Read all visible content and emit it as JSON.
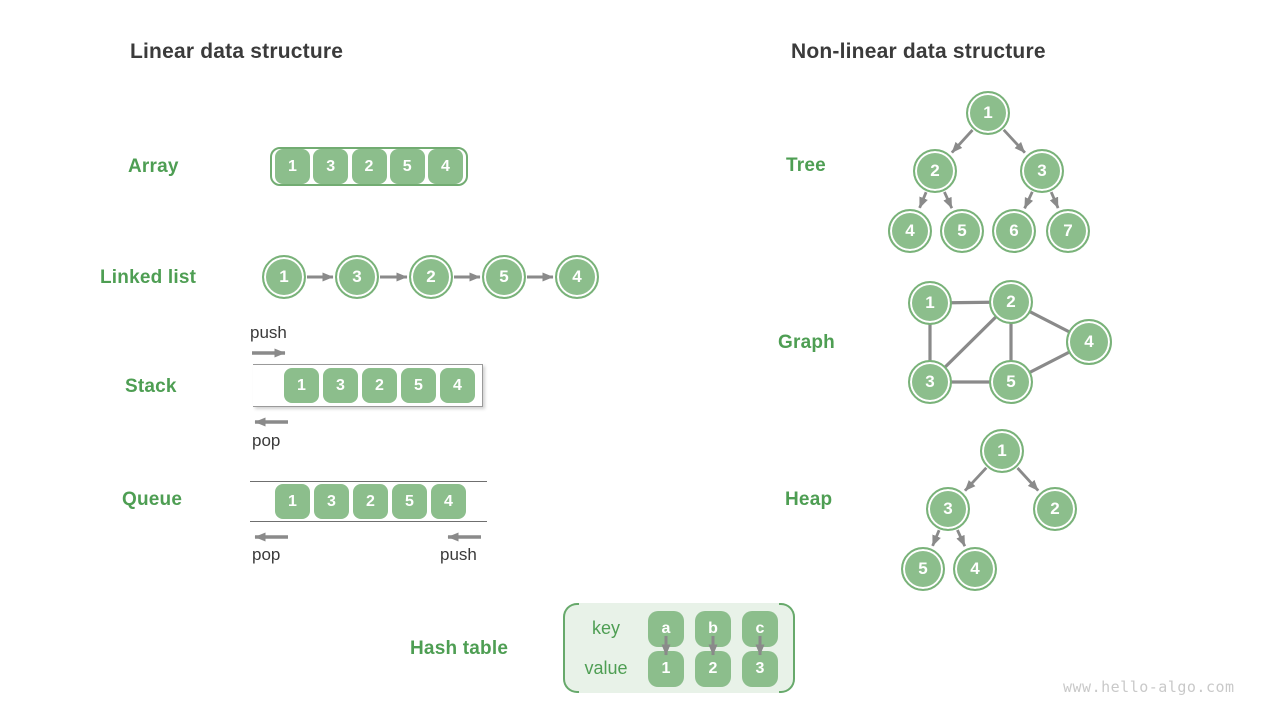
{
  "titles": {
    "linear": "Linear data structure",
    "nonlinear": "Non-linear data structure"
  },
  "array": {
    "label": "Array",
    "values": [
      "1",
      "3",
      "2",
      "5",
      "4"
    ]
  },
  "linked_list": {
    "label": "Linked list",
    "values": [
      "1",
      "3",
      "2",
      "5",
      "4"
    ]
  },
  "stack": {
    "label": "Stack",
    "push": "push",
    "pop": "pop",
    "values": [
      "1",
      "3",
      "2",
      "5",
      "4"
    ]
  },
  "queue": {
    "label": "Queue",
    "push": "push",
    "pop": "pop",
    "values": [
      "1",
      "3",
      "2",
      "5",
      "4"
    ]
  },
  "hash_table": {
    "label": "Hash table",
    "key_header": "key",
    "value_header": "value",
    "keys": [
      "a",
      "b",
      "c"
    ],
    "values": [
      "1",
      "2",
      "3"
    ]
  },
  "tree": {
    "label": "Tree",
    "nodes": [
      "1",
      "2",
      "3",
      "4",
      "5",
      "6",
      "7"
    ]
  },
  "graph": {
    "label": "Graph",
    "nodes": [
      "1",
      "2",
      "3",
      "4",
      "5"
    ]
  },
  "heap": {
    "label": "Heap",
    "nodes": [
      "1",
      "3",
      "2",
      "5",
      "4"
    ]
  },
  "watermark": "www.hello-algo.com",
  "colors": {
    "node_fill": "#8cbe8c",
    "node_border": "#79b279",
    "label_green": "#4e9e53",
    "title_gray": "#3b3b3b",
    "arrow_gray": "#8a8a8a",
    "hash_background": "#e8f2e8",
    "hash_bracket": "#67a96b"
  }
}
